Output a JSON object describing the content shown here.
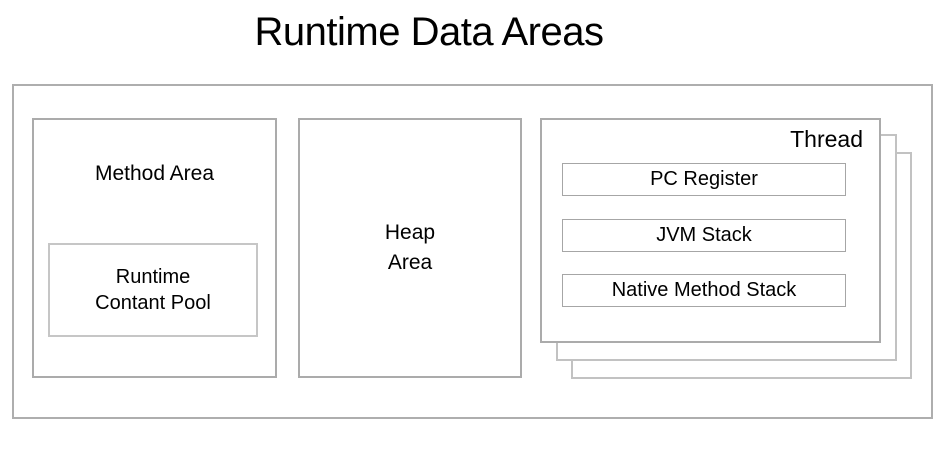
{
  "title": "Runtime Data Areas",
  "boxes": {
    "method_area": {
      "label": "Method Area",
      "runtime_constant_pool": {
        "label": "Runtime\nContant Pool"
      }
    },
    "heap_area": {
      "label": "Heap\nArea"
    },
    "thread": {
      "label": "Thread",
      "stacked_copies": 3,
      "items": [
        {
          "label": "PC Register"
        },
        {
          "label": "JVM Stack"
        },
        {
          "label": "Native Method Stack"
        }
      ]
    }
  },
  "colors": {
    "background": "#ffffff",
    "text": "#000000",
    "box_border": "#ababab",
    "outer_border": "#aeaeae",
    "light_border": "#c6c6c6",
    "inner_slot_border": "#a6a6a6",
    "shadow_border": "#c2c2c2"
  }
}
